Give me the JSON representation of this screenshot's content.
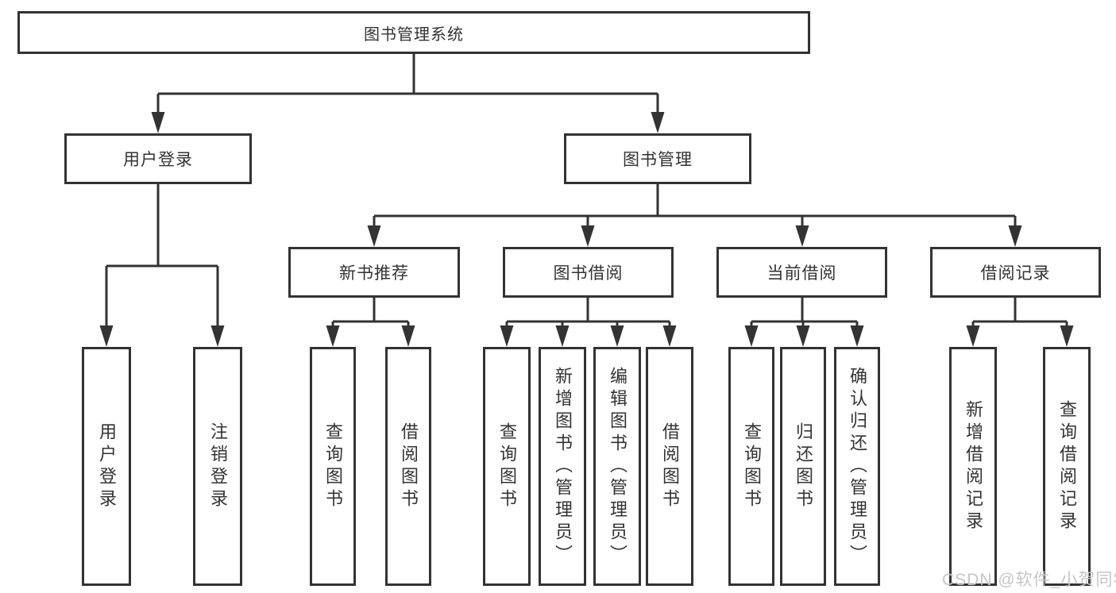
{
  "diagram": {
    "type": "tree-diagram",
    "colors": {
      "line": "#333333",
      "box_border": "#333333",
      "box_fill": "#ffffff",
      "text": "#333333",
      "background": "#ffffff",
      "watermark": "#c6c6c6"
    },
    "tree": {
      "label": "图书管理系统",
      "children": [
        {
          "label": "用户登录",
          "children": [
            {
              "label": "用户登录"
            },
            {
              "label": "注销登录"
            }
          ]
        },
        {
          "label": "图书管理",
          "children": [
            {
              "label": "新书推荐",
              "children": [
                {
                  "label": "查询图书"
                },
                {
                  "label": "借阅图书"
                }
              ]
            },
            {
              "label": "图书借阅",
              "children": [
                {
                  "label": "查询图书"
                },
                {
                  "label": "新增图书（管理员）"
                },
                {
                  "label": "编辑图书（管理员）"
                },
                {
                  "label": "借阅图书"
                }
              ]
            },
            {
              "label": "当前借阅",
              "children": [
                {
                  "label": "查询图书"
                },
                {
                  "label": "归还图书"
                },
                {
                  "label": "确认归还（管理员）"
                }
              ]
            },
            {
              "label": "借阅记录",
              "children": [
                {
                  "label": "新增借阅记录"
                },
                {
                  "label": "查询借阅记录"
                }
              ]
            }
          ]
        }
      ]
    },
    "watermark": {
      "text": "CSDN @软件_小贺同学"
    }
  }
}
